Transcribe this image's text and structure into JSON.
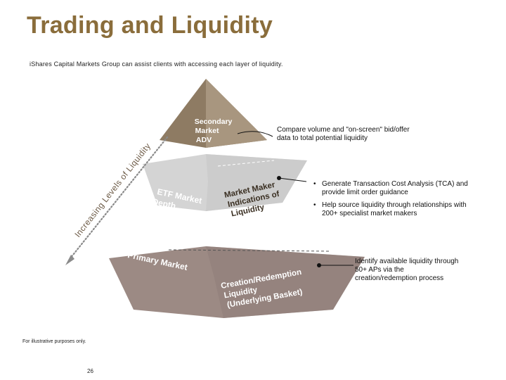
{
  "slide": {
    "title": "Trading and Liquidity",
    "subtitle": "iShares Capital Markets Group can assist clients with accessing each layer of liquidity.",
    "footer": "For illustrative purposes only.",
    "page_number": "26"
  },
  "colors": {
    "title": "#8a6d3b",
    "tier_top": "#8e7b63",
    "tier_middle": "#d2d2d2",
    "tier_bottom": "#9c8a84",
    "arrow": "#888888"
  },
  "pyramid": {
    "side_arrow_label": "Increasing Levels of Liquidity",
    "tiers": [
      {
        "left_label": "Secondary Market ADV",
        "left_lines": [
          "Secondary",
          "Market",
          "ADV"
        ],
        "right_lines": []
      },
      {
        "left_label": "ETF Market Depth",
        "left_lines": [
          "ETF Market",
          "Depth"
        ],
        "right_lines": [
          "Market Maker",
          "Indications of",
          "Liquidity"
        ]
      },
      {
        "left_label": "Primary Market",
        "left_lines": [
          "Primary Market"
        ],
        "right_lines": [
          "Creation/Redemption",
          "Liquidity",
          "(Underlying Basket)"
        ]
      }
    ]
  },
  "callouts": {
    "top": "Compare volume and \"on-screen\" bid/offer data to total potential liquidity",
    "middle": [
      "Generate Transaction Cost Analysis (TCA) and provide limit order guidance",
      "Help source liquidity through relationships with 200+ specialist market makers"
    ],
    "bottom": "Identify available liquidity through 50+ APs via the creation/redemption process"
  }
}
